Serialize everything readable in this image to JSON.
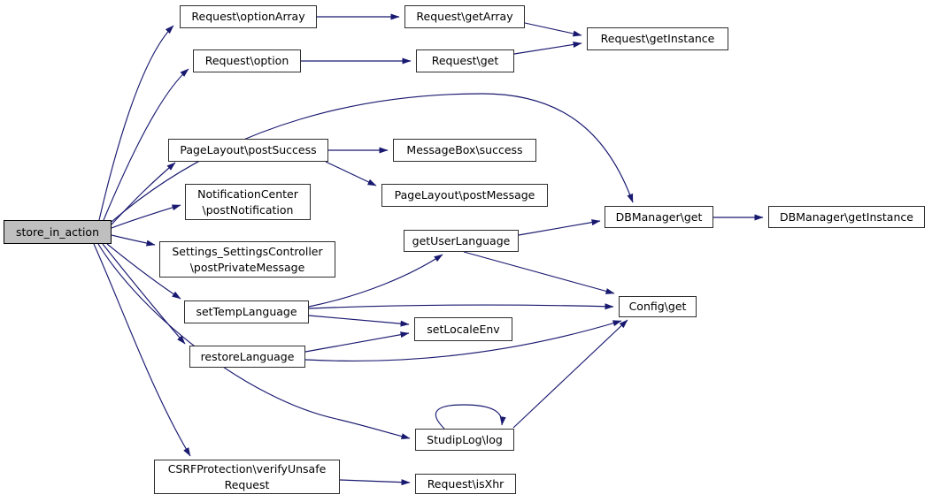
{
  "diagram": {
    "type": "call-graph",
    "root": "store_in_action",
    "colors": {
      "edge": "#191970",
      "node_fill": "#ffffff",
      "node_border": "#2e2e2e",
      "highlight_fill": "#bfbfbf",
      "highlight_border": "#000000",
      "text": "#000000",
      "background": "#ffffff"
    },
    "nodes": [
      {
        "id": "store",
        "lines": [
          "store_in_action"
        ],
        "highlighted": true
      },
      {
        "id": "optionArray",
        "lines": [
          "Request\\optionArray"
        ],
        "highlighted": false
      },
      {
        "id": "getArray",
        "lines": [
          "Request\\getArray"
        ],
        "highlighted": false
      },
      {
        "id": "getInstance",
        "lines": [
          "Request\\getInstance"
        ],
        "highlighted": false
      },
      {
        "id": "option",
        "lines": [
          "Request\\option"
        ],
        "highlighted": false
      },
      {
        "id": "get",
        "lines": [
          "Request\\get"
        ],
        "highlighted": false
      },
      {
        "id": "postSuccess",
        "lines": [
          "PageLayout\\postSuccess"
        ],
        "highlighted": false
      },
      {
        "id": "msgSuccess",
        "lines": [
          "MessageBox\\success"
        ],
        "highlighted": false
      },
      {
        "id": "postMessage",
        "lines": [
          "PageLayout\\postMessage"
        ],
        "highlighted": false
      },
      {
        "id": "postNotification",
        "lines": [
          "NotificationCenter",
          "\\postNotification"
        ],
        "highlighted": false
      },
      {
        "id": "postPrivate",
        "lines": [
          "Settings_SettingsController",
          "\\postPrivateMessage"
        ],
        "highlighted": false
      },
      {
        "id": "getUser",
        "lines": [
          "getUserLanguage"
        ],
        "highlighted": false
      },
      {
        "id": "dbget",
        "lines": [
          "DBManager\\get"
        ],
        "highlighted": false
      },
      {
        "id": "dbgetInstance",
        "lines": [
          "DBManager\\getInstance"
        ],
        "highlighted": false
      },
      {
        "id": "configGet",
        "lines": [
          "Config\\get"
        ],
        "highlighted": false
      },
      {
        "id": "setTemp",
        "lines": [
          "setTempLanguage"
        ],
        "highlighted": false
      },
      {
        "id": "setLocale",
        "lines": [
          "setLocaleEnv"
        ],
        "highlighted": false
      },
      {
        "id": "restore",
        "lines": [
          "restoreLanguage"
        ],
        "highlighted": false
      },
      {
        "id": "studipLog",
        "lines": [
          "StudipLog\\log"
        ],
        "highlighted": false
      },
      {
        "id": "csrf",
        "lines": [
          "CSRFProtection\\verifyUnsafe",
          "Request"
        ],
        "highlighted": false
      },
      {
        "id": "isXhr",
        "lines": [
          "Request\\isXhr"
        ],
        "highlighted": false
      }
    ],
    "edges": [
      {
        "from": "store",
        "to": "optionArray"
      },
      {
        "from": "store",
        "to": "option"
      },
      {
        "from": "store",
        "to": "dbget"
      },
      {
        "from": "store",
        "to": "postSuccess"
      },
      {
        "from": "store",
        "to": "postNotification"
      },
      {
        "from": "store",
        "to": "postPrivate"
      },
      {
        "from": "store",
        "to": "setTemp"
      },
      {
        "from": "store",
        "to": "restore"
      },
      {
        "from": "store",
        "to": "studipLog"
      },
      {
        "from": "store",
        "to": "csrf"
      },
      {
        "from": "optionArray",
        "to": "getArray"
      },
      {
        "from": "getArray",
        "to": "getInstance"
      },
      {
        "from": "option",
        "to": "get"
      },
      {
        "from": "get",
        "to": "getInstance"
      },
      {
        "from": "postSuccess",
        "to": "msgSuccess"
      },
      {
        "from": "postSuccess",
        "to": "postMessage"
      },
      {
        "from": "getUser",
        "to": "dbget"
      },
      {
        "from": "getUser",
        "to": "configGet"
      },
      {
        "from": "dbget",
        "to": "dbgetInstance"
      },
      {
        "from": "setTemp",
        "to": "getUser"
      },
      {
        "from": "setTemp",
        "to": "setLocale"
      },
      {
        "from": "setTemp",
        "to": "configGet"
      },
      {
        "from": "restore",
        "to": "setLocale"
      },
      {
        "from": "restore",
        "to": "configGet"
      },
      {
        "from": "studipLog",
        "to": "studipLog"
      },
      {
        "from": "studipLog",
        "to": "configGet"
      },
      {
        "from": "csrf",
        "to": "isXhr"
      }
    ]
  }
}
